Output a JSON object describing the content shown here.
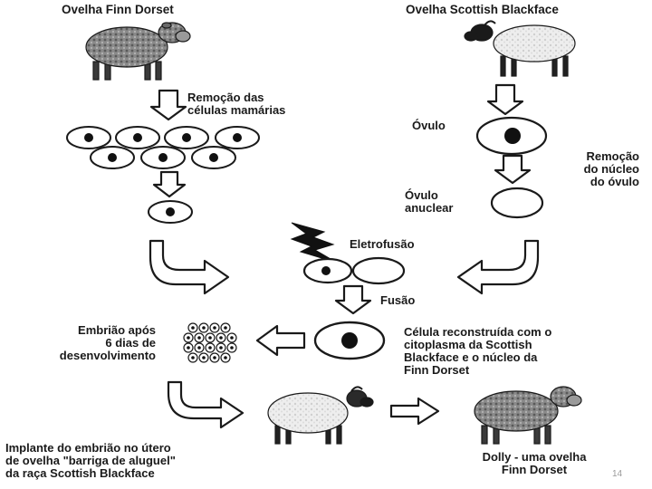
{
  "labels": {
    "finn_title": "Ovelha Finn Dorset",
    "scottish_title": "Ovelha Scottish Blackface",
    "mammary_removal_1": "Remoção das",
    "mammary_removal_2": "células mamárias",
    "ovule": "Óvulo",
    "nucleus_removal_1": "Remoção",
    "nucleus_removal_2": "do núcleo",
    "nucleus_removal_3": "do óvulo",
    "enucleated_1": "Óvulo",
    "enucleated_2": "anuclear",
    "electrofusion": "Eletrofusão",
    "fusion": "Fusão",
    "embryo_1": "Embrião após",
    "embryo_2": "6 dias de",
    "embryo_3": "desenvolvimento",
    "reconstructed_1": "Célula reconstruída com o",
    "reconstructed_2": "citoplasma da Scottish",
    "reconstructed_3": "Blackface e o núcleo da",
    "reconstructed_4": "Finn Dorset",
    "implant_1": "Implante do embrião no útero",
    "implant_2": "de ovelha \"barriga de aluguel\"",
    "implant_3": "da raça Scottish Blackface",
    "dolly_1": "Dolly - uma ovelha",
    "dolly_2": "Finn Dorset"
  },
  "page_number": "14",
  "colors": {
    "ink": "#1a1a1a",
    "fleece_dark": "#7a7a7a",
    "fleece_light": "#e6e6e6"
  }
}
